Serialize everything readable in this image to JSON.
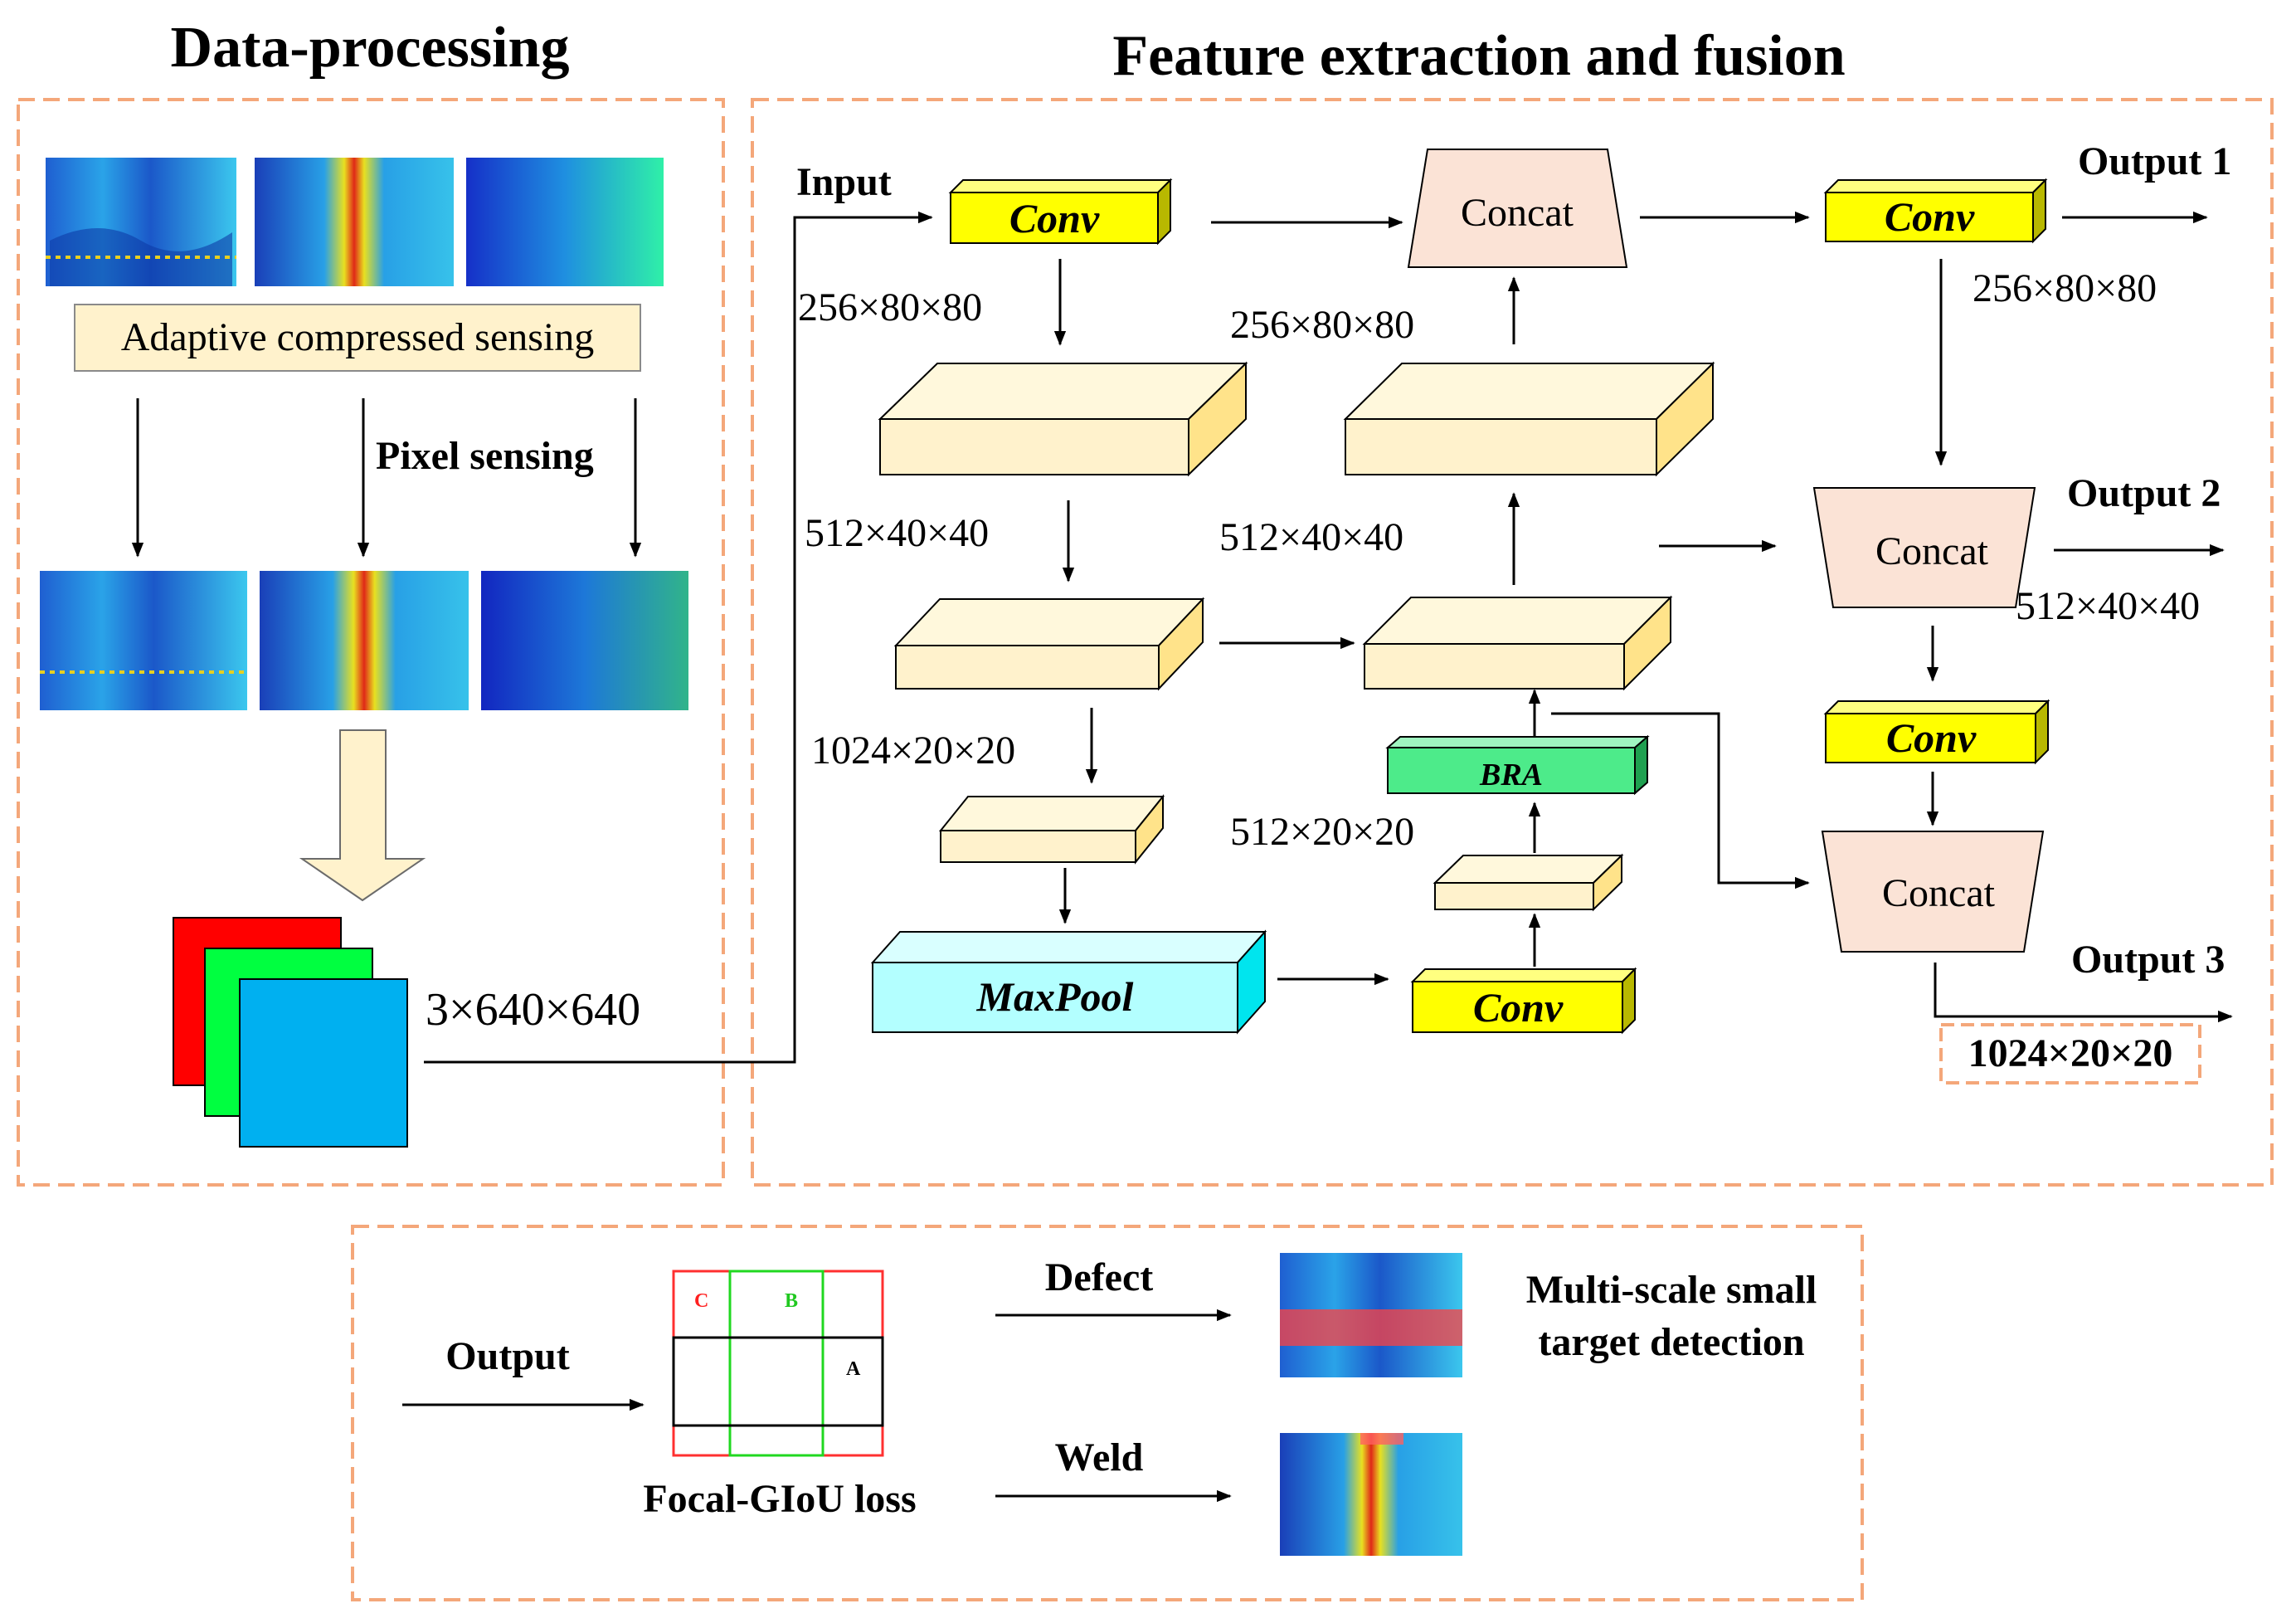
{
  "headers": {
    "data_processing": "Data-processing",
    "feature_extraction": "Feature extraction and fusion"
  },
  "data_processing": {
    "adaptive_label": "Adaptive compressed sensing",
    "pixel_label": "Pixel sensing",
    "input_size": "3×640×640"
  },
  "backbone": {
    "input_label": "Input",
    "conv": "Conv",
    "dim_256": "256×80×80",
    "dim_512": "512×40×40",
    "dim_1024": "1024×20×20",
    "maxpool": "MaxPool"
  },
  "neck": {
    "concat": "Concat",
    "dim_256": "256×80×80",
    "dim_512": "512×40×40",
    "bra": "BRA",
    "dim_512_20": "512×20×20",
    "conv": "Conv"
  },
  "head": {
    "conv": "Conv",
    "concat": "Concat",
    "output1": "Output 1",
    "output2": "Output 2",
    "output3": "Output 3",
    "dim_256": "256×80×80",
    "dim_512": "512×40×40",
    "dim_1024": "1024×20×20"
  },
  "loss": {
    "output_label": "Output",
    "loss_name": "Focal-GIoU loss",
    "box_c": "C",
    "box_b": "B",
    "box_a": "A",
    "defect_label": "Defect",
    "weld_label": "Weld",
    "detection_line1": "Multi-scale small",
    "detection_line2": "target detection"
  },
  "colors": {
    "dash_border": "#F4A77A",
    "conv_yellow": "#FFFF00",
    "block_cream": "#FFF2CC",
    "concat_pink": "#FBE3D6",
    "bra_green": "#4DEB8A",
    "maxpool_cyan": "#B3FFFF",
    "rgb_red": "#FF0000",
    "rgb_green": "#00FF40",
    "rgb_blue": "#00B0F0"
  }
}
